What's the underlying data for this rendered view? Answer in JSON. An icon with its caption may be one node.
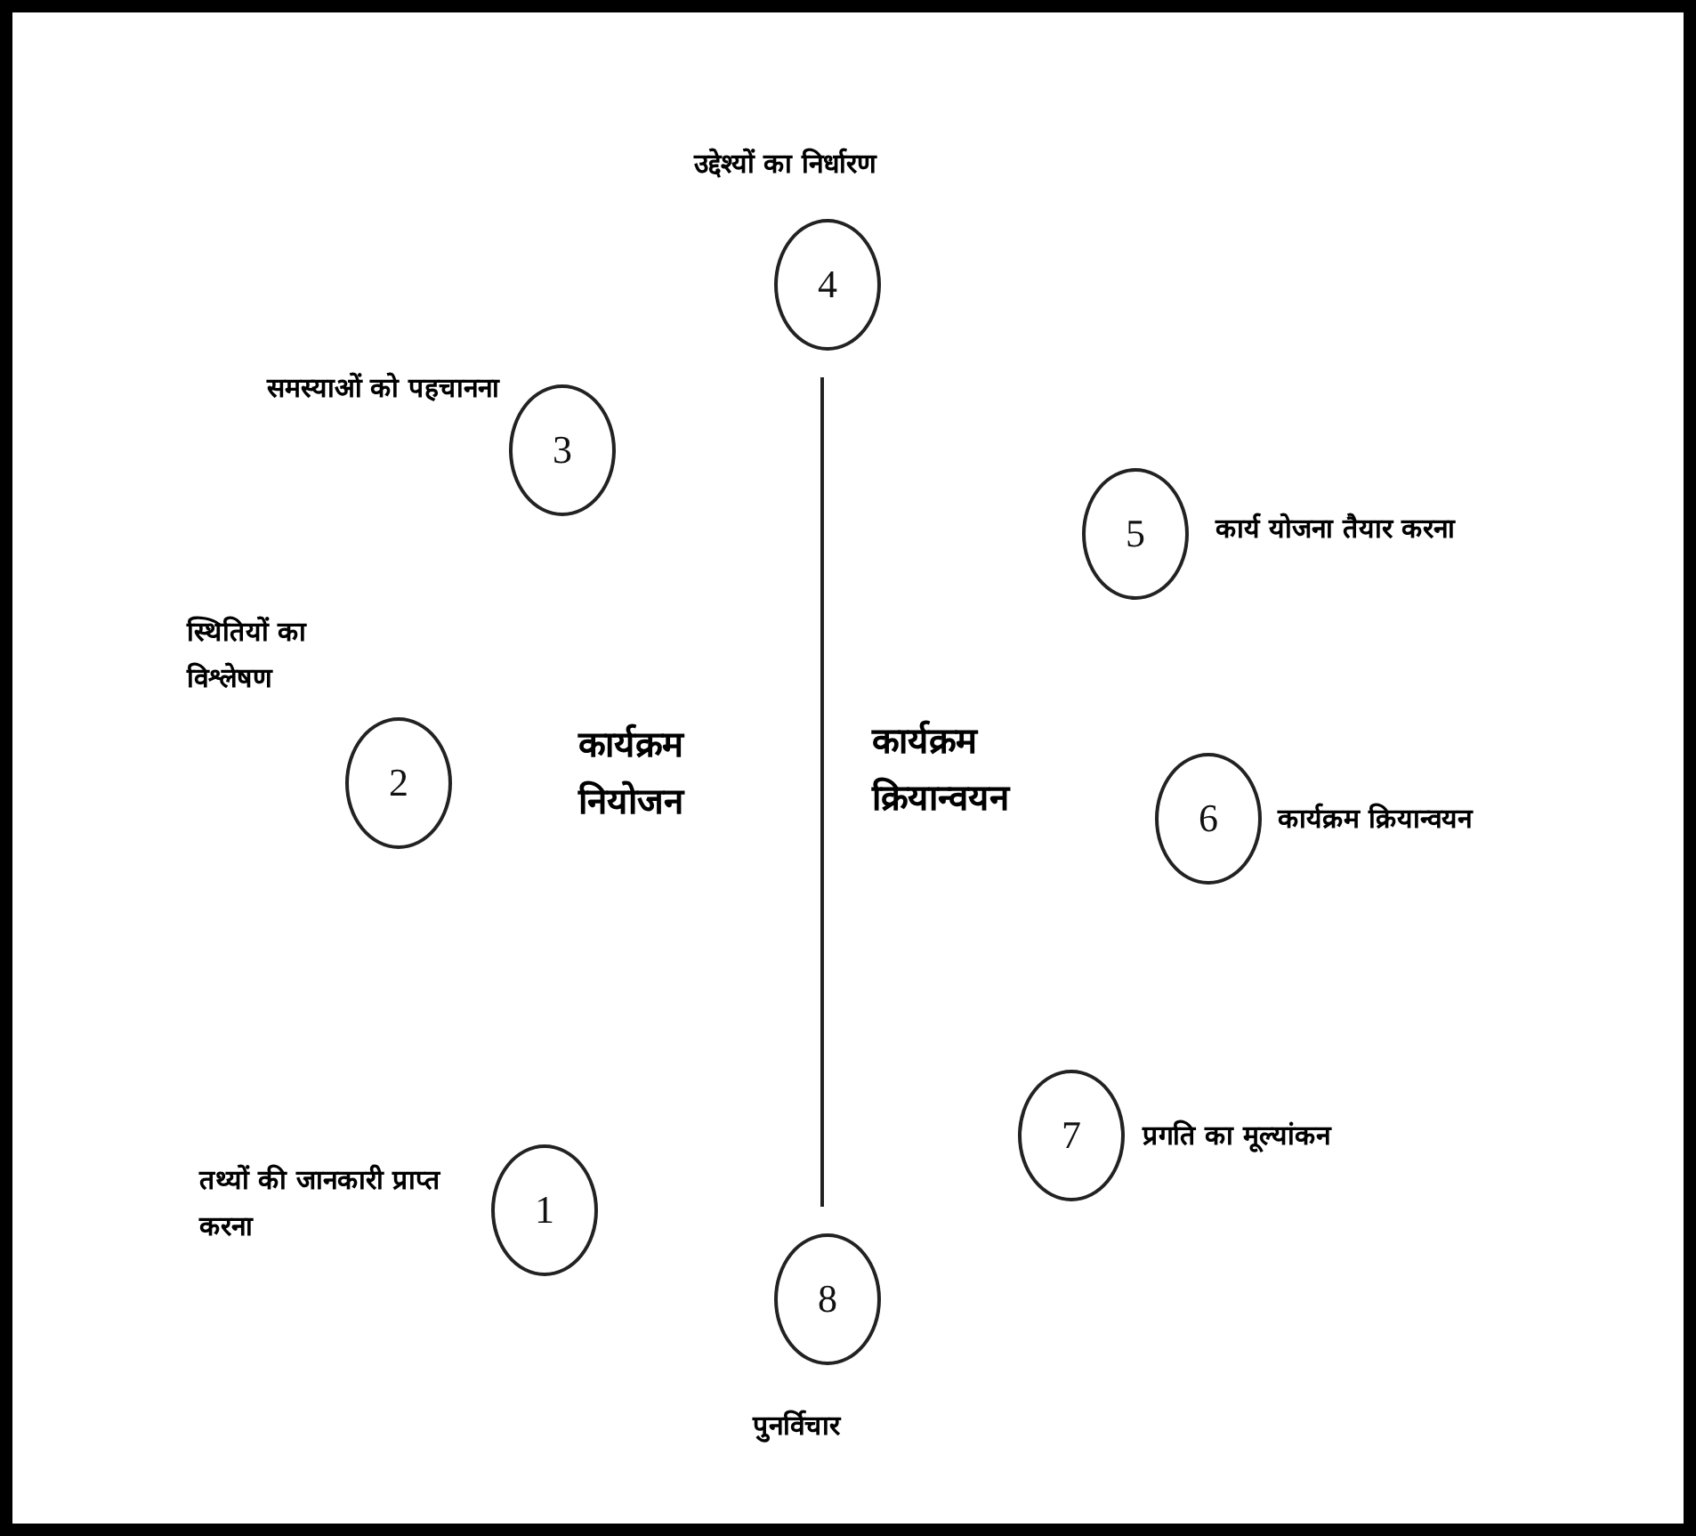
{
  "diagram": {
    "nodes": [
      {
        "text": [
          "1"
        ],
        "beside": [
          "तथ्यों की जानकारी प्राप्त करना"
        ]
      },
      {
        "text": [
          "2"
        ],
        "beside": [
          "स्थितियों का विश्लेषण"
        ]
      },
      {
        "text": [
          "3"
        ],
        "beside": [
          "समस्याओं को पहचानना"
        ]
      },
      {
        "text": [
          "4"
        ],
        "beside": [
          "उद्देश्यों का निर्धारण"
        ]
      },
      {
        "text": [
          "5"
        ],
        "beside": [
          "कार्य योजना तैयार करना"
        ]
      },
      {
        "text": [
          "6"
        ],
        "beside": [
          "कार्यक्रम क्रियान्वयन"
        ]
      },
      {
        "text": [
          "7"
        ],
        "beside": [
          "प्रगति का मूल्यांकन"
        ]
      },
      {
        "text": [
          "8"
        ],
        "beside": [
          "पुनर्विचार"
        ]
      }
    ],
    "edges": [
      {
        "from": 3,
        "to": 7,
        "arrow": "none"
      }
    ],
    "labels": [
      "कार्यक्रम नियोजन",
      "कार्यक्रम क्रियान्वयन"
    ]
  }
}
